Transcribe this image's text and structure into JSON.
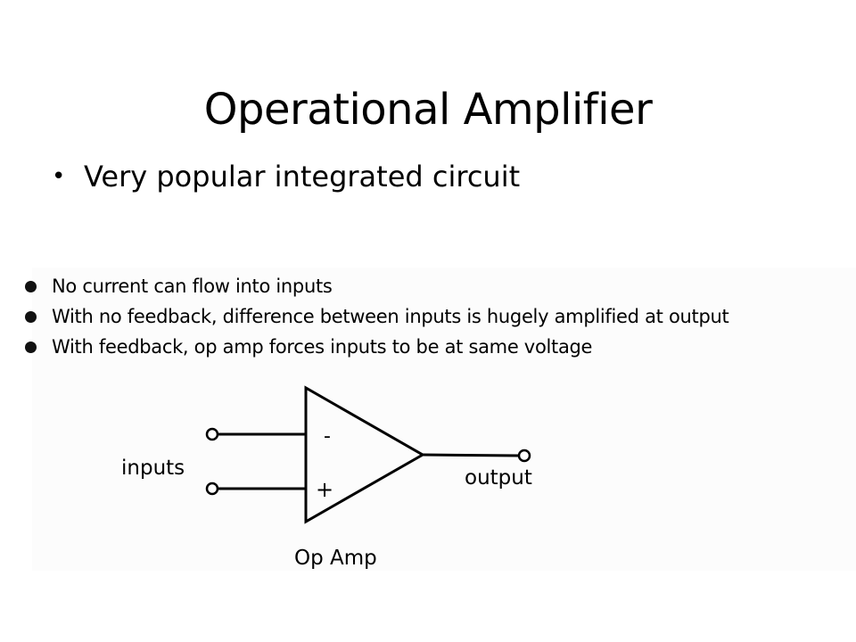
{
  "slide": {
    "title": "Operational Amplifier",
    "bullet": "Very popular integrated circuit"
  },
  "figure": {
    "notes": [
      "No current can flow into inputs",
      "With no feedback, difference between inputs is hugely amplified at output",
      "With feedback, op amp forces inputs to be at same voltage"
    ],
    "labels": {
      "inputs": "inputs",
      "output": "output",
      "caption": "Op Amp",
      "inverting": "-",
      "non_inverting": "+"
    }
  }
}
